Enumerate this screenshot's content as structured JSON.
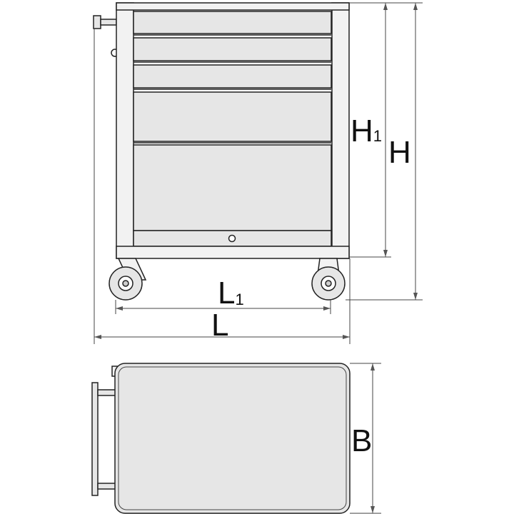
{
  "colors": {
    "line": "#222222",
    "panel": "#e6e6e6",
    "frame": "#f2f2f2",
    "dim": "#444444",
    "arrow": "#555555"
  },
  "dimensions": {
    "H": {
      "letter": "H",
      "subscript": ""
    },
    "H1": {
      "letter": "H",
      "subscript": "1"
    },
    "L": {
      "letter": "L",
      "subscript": ""
    },
    "L1": {
      "letter": "L",
      "subscript": "1"
    },
    "B": {
      "letter": "B",
      "subscript": ""
    }
  }
}
